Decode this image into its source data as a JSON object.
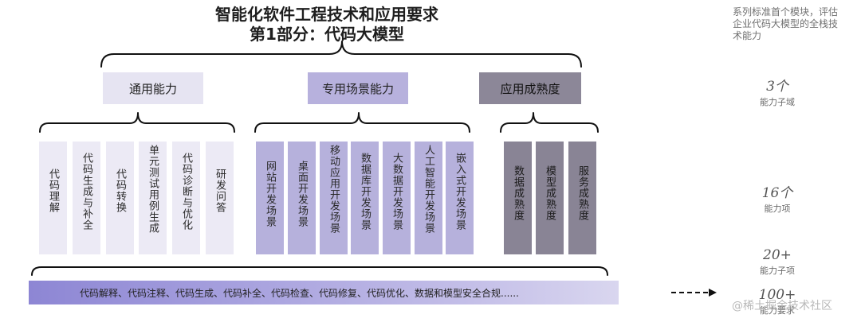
{
  "title": {
    "line1": "智能化软件工程技术和应用要求",
    "line2": "第1部分：代码大模型"
  },
  "categories": {
    "general": "通用能力",
    "special": "专用场景能力",
    "maturity": "应用成熟度"
  },
  "general_items": [
    "代码理解",
    "代码生成与补全",
    "代码转换",
    "单元测试用例生成",
    "代码诊断与优化",
    "研发问答"
  ],
  "special_items": [
    "网站开发场景",
    "桌面开发场景",
    "移动应用开发场景",
    "数据库开发场景",
    "大数据开发场景",
    "人工智能开发场景",
    "嵌入式开发场景"
  ],
  "maturity_items": [
    "数据成熟度",
    "模型成熟度",
    "服务成熟度"
  ],
  "bottom_bar": "代码解释、代码注释、代码生成、代码补全、代码检查、代码修复、代码优化、数据和模型安全合规......",
  "side_description": "系列标准首个模块，评估企业代码大模型的全栈技术能力",
  "stats": [
    {
      "num": "3个",
      "label": "能力子域"
    },
    {
      "num": "16个",
      "label": "能力项"
    },
    {
      "num": "20+",
      "label": "能力子项"
    },
    {
      "num": "100+",
      "label": "能力要求"
    }
  ],
  "watermark": "@稀土掘金技术社区",
  "colors": {
    "general": "#e6e4f2",
    "special": "#b7b1dd",
    "maturity": "#8c8798",
    "bracket": "#111111"
  }
}
